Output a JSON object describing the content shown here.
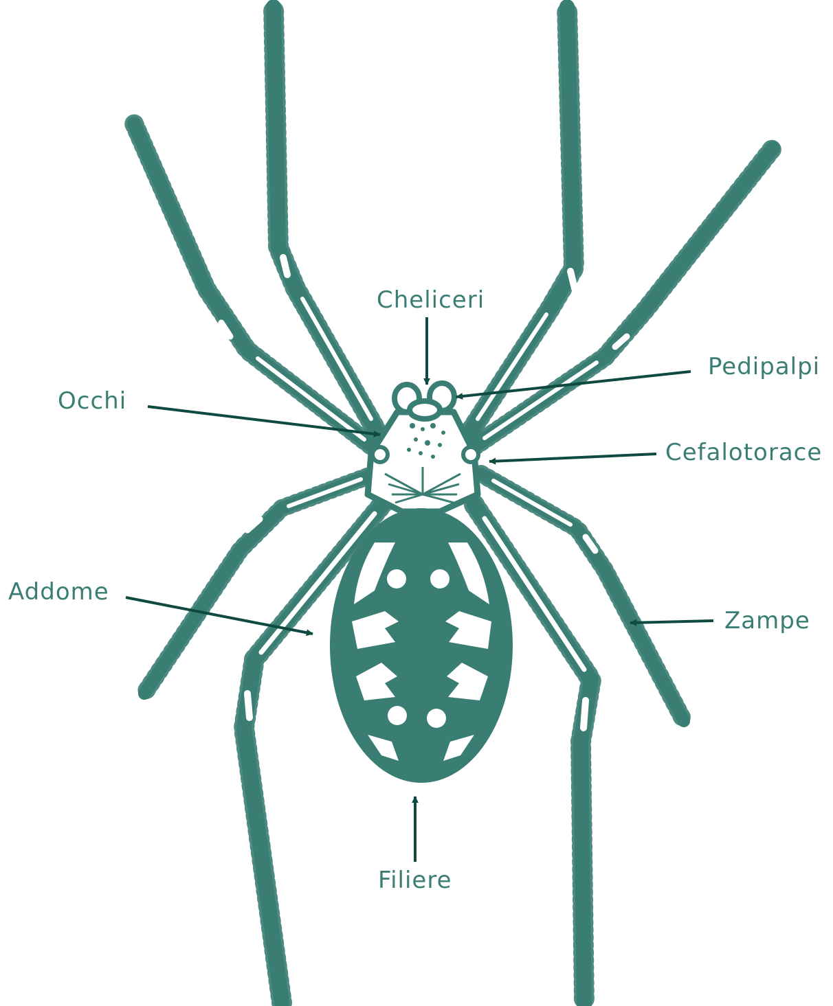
{
  "labels": {
    "cheliceri": "Cheliceri",
    "pedipalpi": "Pedipalpi",
    "occhi": "Occhi",
    "cefalotorace": "Cefalotorace",
    "addome": "Addome",
    "zampe": "Zampe",
    "filiere": "Filiere"
  },
  "colors": {
    "ink": "#3a7d73",
    "arrow": "#0f4a40",
    "background": "#ffffff"
  }
}
